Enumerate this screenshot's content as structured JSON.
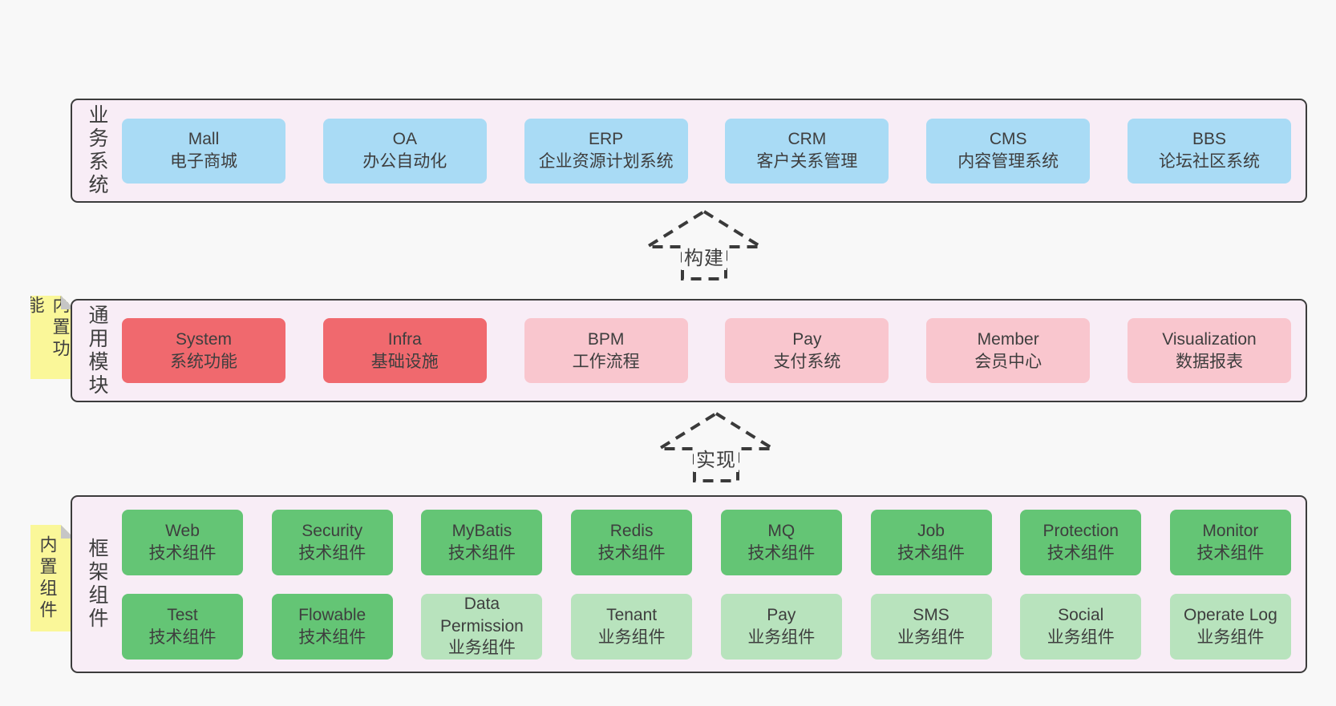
{
  "colors": {
    "page_bg": "#f8f8f8",
    "band_bg": "#f8edf6",
    "band_border": "#3c3c3c",
    "blue_box": "#a9dbf5",
    "red_box": "#f0696e",
    "pink_box": "#f9c6ce",
    "green_box": "#64c575",
    "light_green_box": "#b8e3bd",
    "sticky_yellow": "#faf799",
    "text": "#3e3e3e"
  },
  "arrows": [
    {
      "label": "构建"
    },
    {
      "label": "实现"
    }
  ],
  "bands": [
    {
      "label": "业务系统",
      "rows": [
        [
          {
            "en": "Mall",
            "zh": "电子商城"
          },
          {
            "en": "OA",
            "zh": "办公自动化"
          },
          {
            "en": "ERP",
            "zh": "企业资源计划系统"
          },
          {
            "en": "CRM",
            "zh": "客户关系管理"
          },
          {
            "en": "CMS",
            "zh": "内容管理系统"
          },
          {
            "en": "BBS",
            "zh": "论坛社区系统"
          }
        ]
      ]
    },
    {
      "label": "通用模块",
      "sticky": "内置功能",
      "rows": [
        [
          {
            "en": "System",
            "zh": "系统功能"
          },
          {
            "en": "Infra",
            "zh": "基础设施"
          },
          {
            "en": "BPM",
            "zh": "工作流程"
          },
          {
            "en": "Pay",
            "zh": "支付系统"
          },
          {
            "en": "Member",
            "zh": "会员中心"
          },
          {
            "en": "Visualization",
            "zh": "数据报表"
          }
        ]
      ]
    },
    {
      "label": "框架组件",
      "sticky": "内置组件",
      "rows": [
        [
          {
            "en": "Web",
            "zh": "技术组件"
          },
          {
            "en": "Security",
            "zh": "技术组件"
          },
          {
            "en": "MyBatis",
            "zh": "技术组件"
          },
          {
            "en": "Redis",
            "zh": "技术组件"
          },
          {
            "en": "MQ",
            "zh": "技术组件"
          },
          {
            "en": "Job",
            "zh": "技术组件"
          },
          {
            "en": "Protection",
            "zh": "技术组件"
          },
          {
            "en": "Monitor",
            "zh": "技术组件"
          }
        ],
        [
          {
            "en": "Test",
            "zh": "技术组件"
          },
          {
            "en": "Flowable",
            "zh": "技术组件"
          },
          {
            "en": "Data Permission",
            "zh": "业务组件"
          },
          {
            "en": "Tenant",
            "zh": "业务组件"
          },
          {
            "en": "Pay",
            "zh": "业务组件"
          },
          {
            "en": "SMS",
            "zh": "业务组件"
          },
          {
            "en": "Social",
            "zh": "业务组件"
          },
          {
            "en": "Operate Log",
            "zh": "业务组件"
          }
        ]
      ]
    }
  ]
}
